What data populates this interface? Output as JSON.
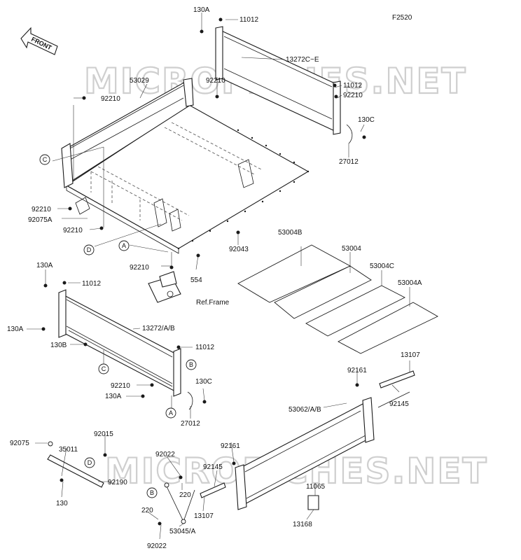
{
  "diagram_code": "F2520",
  "front_label": "FRONT",
  "watermarks": [
    "MICROFICHES.NET",
    "MICROFICHES.NET"
  ],
  "part_labels": [
    "130A",
    "11012",
    "13272C~E",
    "92210",
    "11012",
    "92210",
    "130C",
    "27012",
    "53029",
    "92210",
    "92210",
    "92075A",
    "92210",
    "92043",
    "92210",
    "554",
    "Ref.Frame",
    "53004B",
    "53004",
    "53004C",
    "53004A",
    "130A",
    "11012",
    "130A",
    "13272/A/B",
    "130B",
    "11012",
    "92210",
    "130A",
    "130C",
    "27012",
    "13107",
    "92161",
    "92145",
    "53062/A/B",
    "92075",
    "92015",
    "35011",
    "92190",
    "130",
    "92022",
    "220",
    "92161",
    "92145",
    "13107",
    "11065",
    "13168",
    "220",
    "92022",
    "53045/A"
  ],
  "callouts": [
    "C",
    "D",
    "A",
    "C",
    "B",
    "A",
    "D",
    "B"
  ]
}
